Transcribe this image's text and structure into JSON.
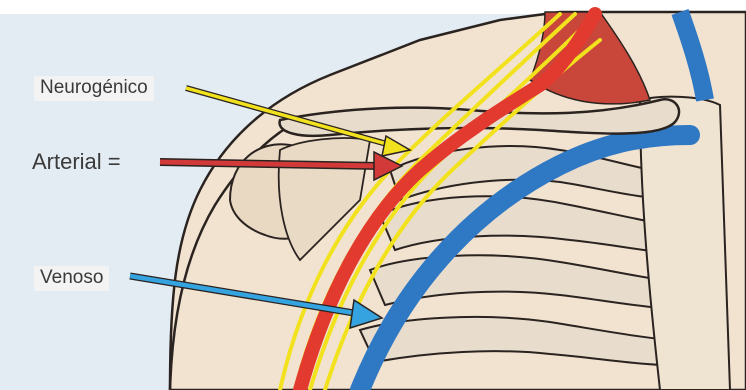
{
  "labels": {
    "neurogenic": "Neurogénico",
    "arterial": "Arterial =",
    "venous": "Venoso"
  },
  "colors": {
    "background": "#e4ecf3",
    "skin": "#f2e3d0",
    "bone": "#e8ddcc",
    "nerve": "#f2e21e",
    "artery": "#e23a2e",
    "vein": "#2f78c4",
    "muscle": "#c8463a",
    "outline": "#2a2320"
  },
  "structures": [
    "clavicle",
    "ribs",
    "brachial-plexus",
    "subclavian-artery",
    "subclavian-vein"
  ]
}
